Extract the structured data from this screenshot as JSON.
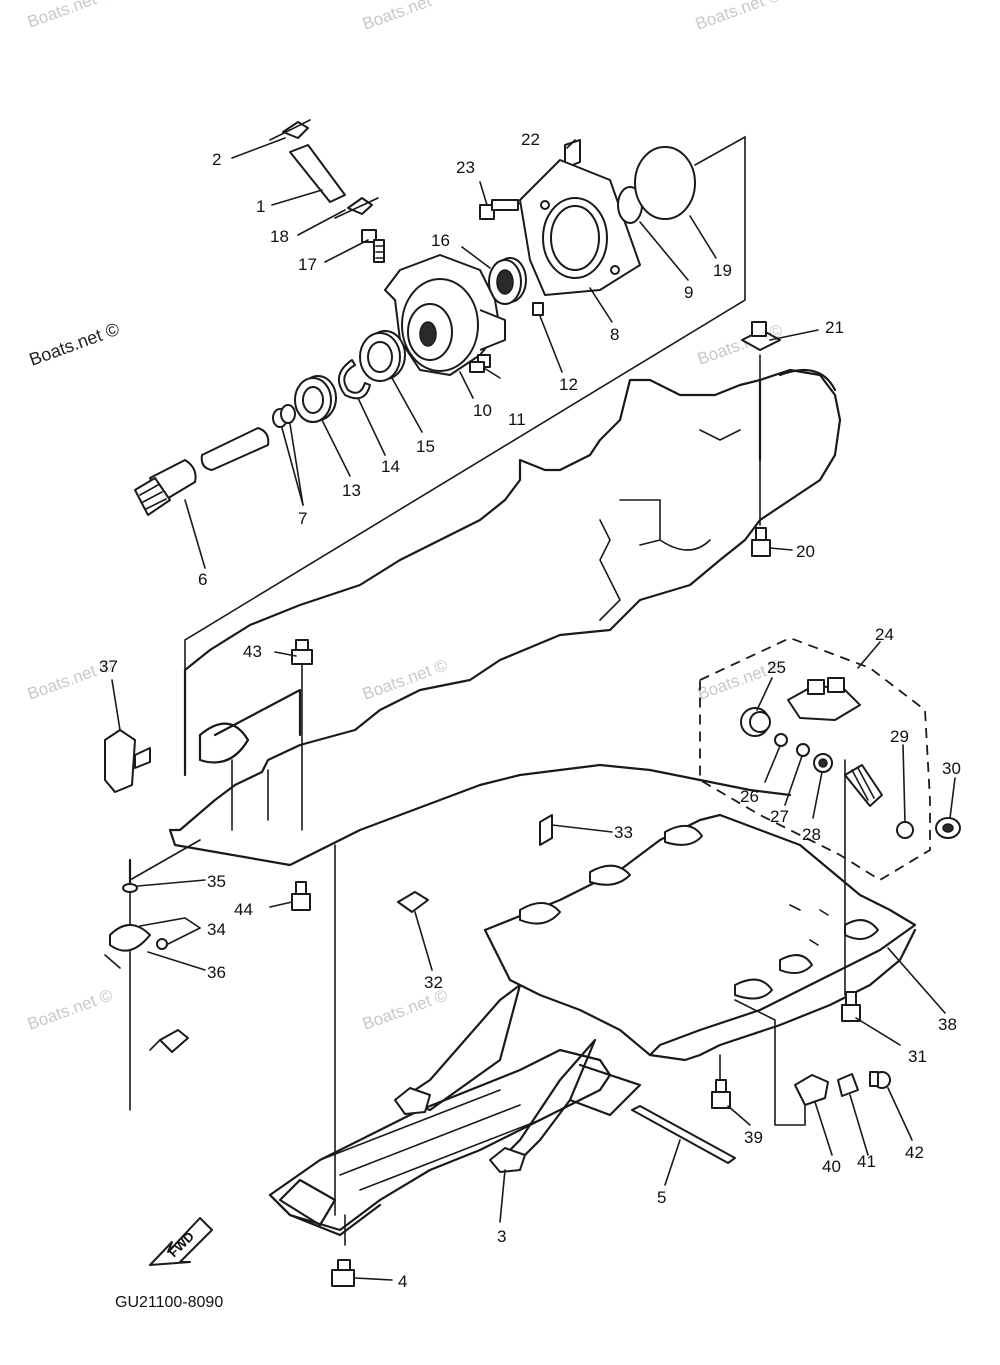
{
  "diagram": {
    "drawing_code": "GU21100-8090",
    "forward_marker": "FWD",
    "watermark_main": "Boats.net ©",
    "watermarks": [
      "Boats.net ©",
      "Boats.net",
      "Boats.net ©",
      "Boats.net ©",
      "Boats.net ©",
      "Boats.net ©",
      "Boats.net ©",
      "Boats.net ©",
      "Boats.net ©"
    ],
    "callouts": [
      "1",
      "2",
      "3",
      "4",
      "5",
      "6",
      "7",
      "8",
      "9",
      "10",
      "11",
      "12",
      "13",
      "14",
      "15",
      "16",
      "17",
      "18",
      "19",
      "20",
      "21",
      "22",
      "23",
      "24",
      "25",
      "26",
      "27",
      "28",
      "29",
      "30",
      "31",
      "32",
      "33",
      "34",
      "35",
      "36",
      "37",
      "38",
      "39",
      "40",
      "41",
      "42",
      "43",
      "44"
    ]
  }
}
